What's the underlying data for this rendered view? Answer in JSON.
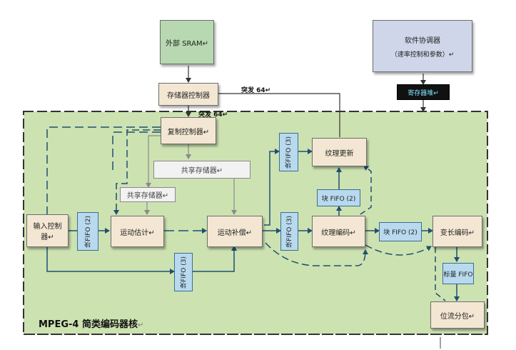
{
  "diagram": {
    "core_title": "MPEG-4 简类编码器核",
    "core_title_mark": "↵",
    "bus_label_top": "突发 64↵",
    "bus_label_bottom": "突发 64↵",
    "nodes": {
      "external_sram": "外部 SRAM↵",
      "software_tuning": "软件协调器",
      "software_tuning_sub": "（速率控制和参数）↵",
      "register_file": "寄存器堆↵",
      "memory_controller": "存储器控制器",
      "copy_controller": "复制控制器↵",
      "shared_memory_1": "共享存储器↵",
      "shared_memory_2": "共享存储器↵",
      "input_controller": "输入控制器↵",
      "motion_estimation": "运动估计↵",
      "motion_compensation": "运动补偿↵",
      "texture_update": "纹理更新",
      "texture_coding": "纹理编码↵",
      "vlc": "变长编码↵",
      "bitstream_packing": "位流分包↵"
    },
    "fifos": {
      "fifo_input": "块FIFO (2)",
      "fifo_mc_tex": "块FIFO (3)",
      "fifo_update": "块FIFO (3)",
      "fifo_bottom": "块FIFO (3)",
      "fifo_tex_upd": "块 FIFO (2)",
      "fifo_tex_vlc": "块 FIFO (2)",
      "fifo_header": "标量 FIFO"
    }
  }
}
